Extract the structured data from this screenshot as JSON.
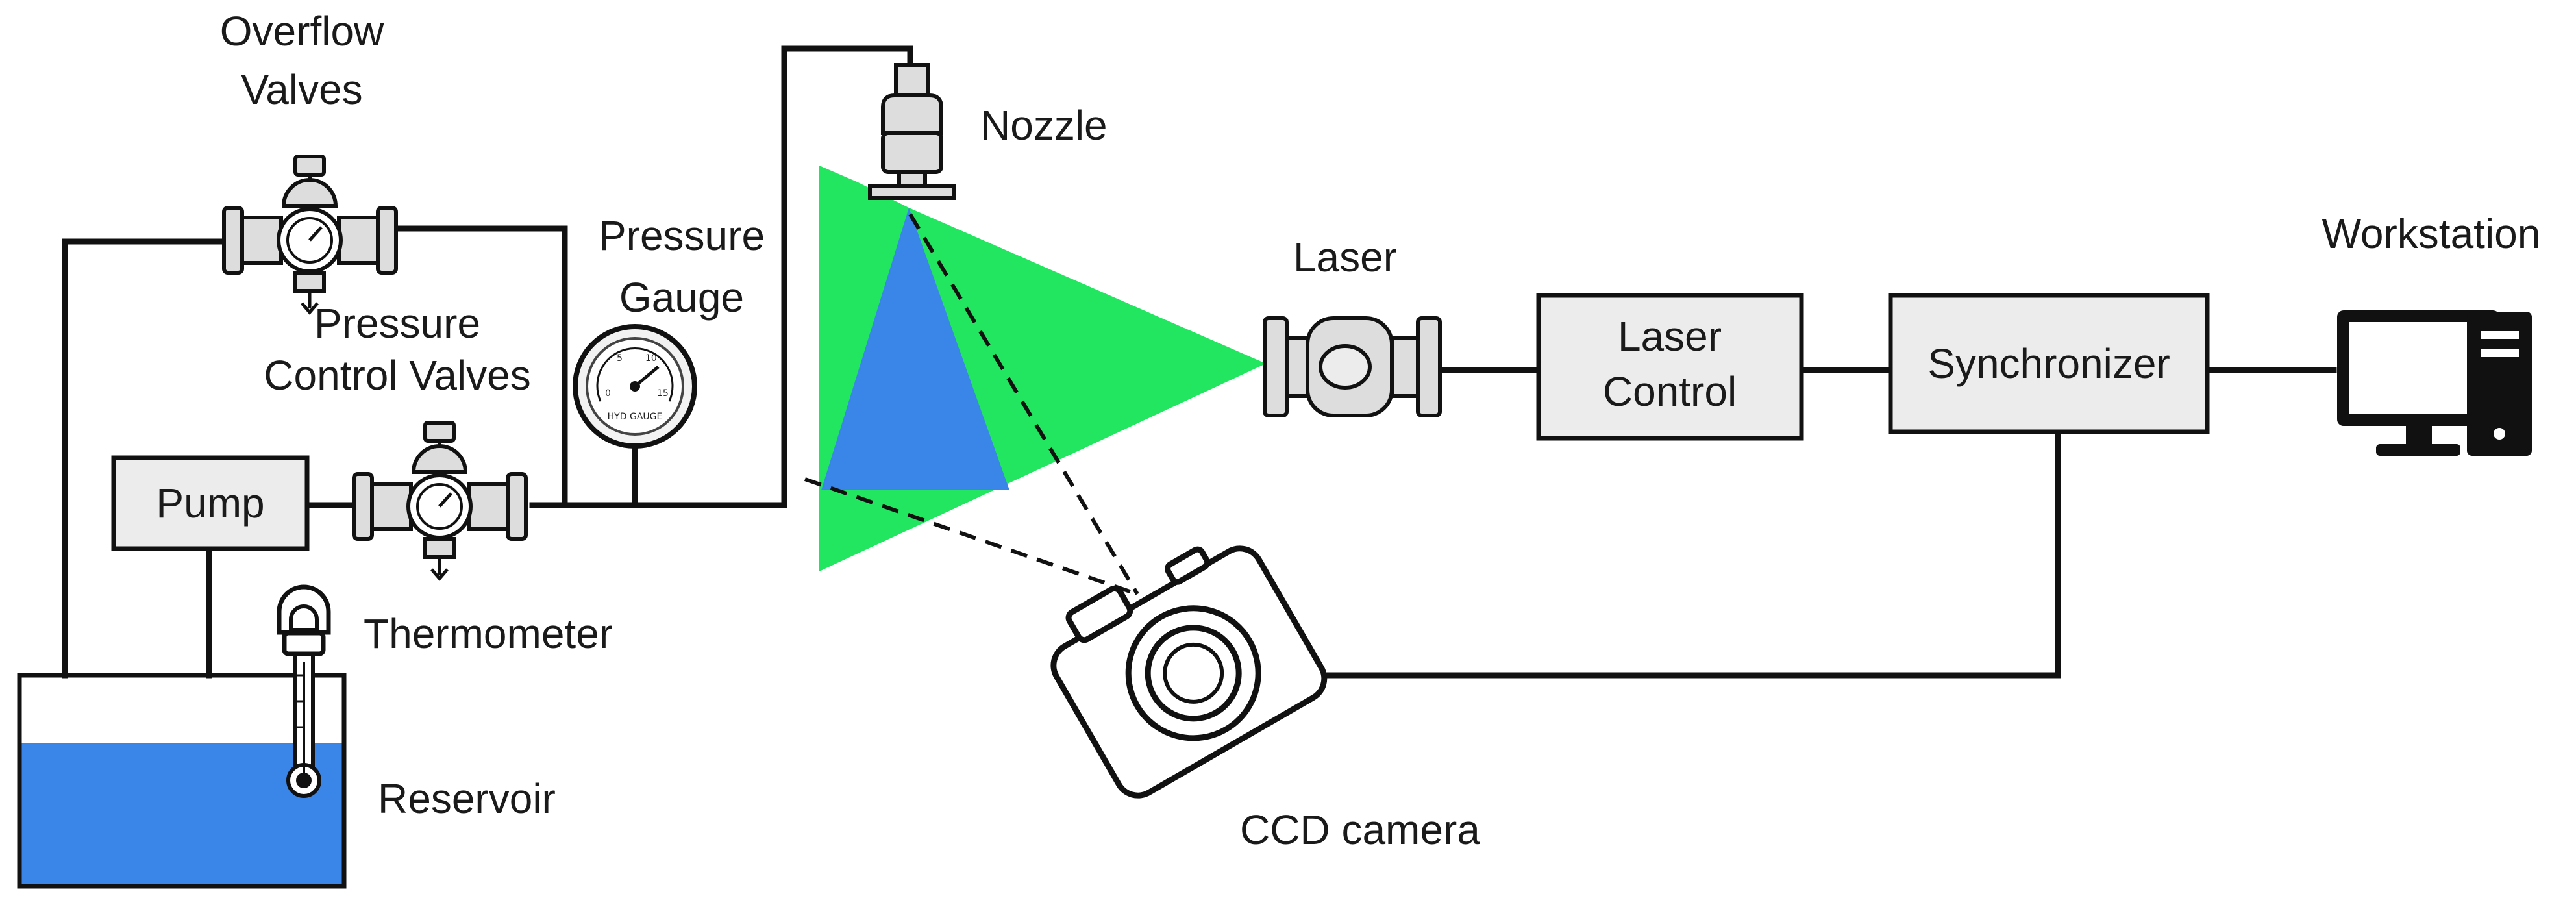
{
  "labels": {
    "overflow_valves_line1": "Overflow",
    "overflow_valves_line2": "Valves",
    "pressure_control_line1": "Pressure",
    "pressure_control_line2": "Control Valves",
    "pressure_gauge_line1": "Pressure",
    "pressure_gauge_line2": "Gauge",
    "nozzle": "Nozzle",
    "laser": "Laser",
    "workstation": "Workstation",
    "thermometer": "Thermometer",
    "reservoir": "Reservoir",
    "ccd_camera": "CCD camera"
  },
  "boxes": {
    "pump": "Pump",
    "laser_control_line1": "Laser",
    "laser_control_line2": "Control",
    "synchronizer": "Synchronizer"
  },
  "gauge_face": {
    "text": "HYD GAUGE",
    "ticks": [
      "0",
      "5",
      "10",
      "15"
    ]
  },
  "colors": {
    "laser_sheet": "#22e660",
    "spray": "#3a86e8",
    "reservoir_water": "#3a86e8",
    "box_fill": "#ececec",
    "line": "#111111"
  },
  "icons": {
    "valve": "valve-icon",
    "gauge": "pressure-gauge-icon",
    "nozzle": "nozzle-icon",
    "laser": "laser-icon",
    "camera": "camera-icon",
    "workstation": "desktop-computer-icon",
    "thermometer": "thermometer-icon"
  }
}
